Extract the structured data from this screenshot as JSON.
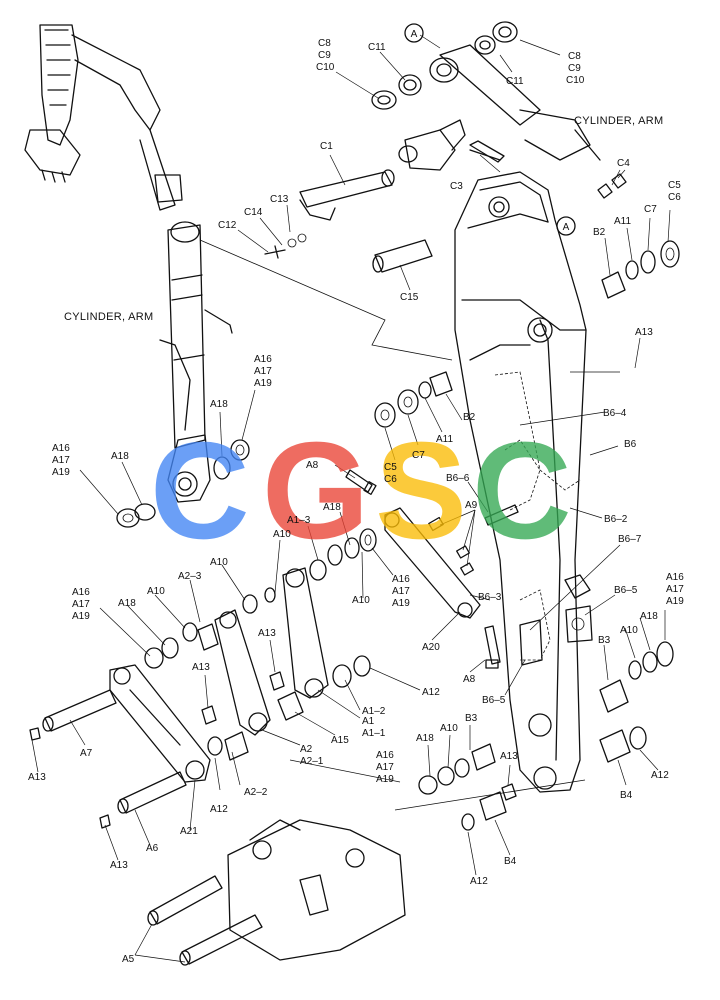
{
  "watermark": {
    "letters": [
      "C",
      "G",
      "S",
      "C"
    ],
    "colors": [
      "#4285F4",
      "#EA4335",
      "#FBBC05",
      "#34A853"
    ]
  },
  "callouts": {
    "cylinder_arm_top": "CYLINDER, ARM",
    "cylinder_arm_left": "CYLINDER, ARM",
    "circle_a_top": "A",
    "circle_a_mid": "A"
  },
  "labels": {
    "c8_tl": "C8",
    "c9_tl": "C9",
    "c10_tl": "C10",
    "c11_l": "C11",
    "c11_r": "C11",
    "c8_tr": "C8",
    "c9_tr": "C9",
    "c10_tr": "C10",
    "c1": "C1",
    "c13": "C13",
    "c14": "C14",
    "c12": "C12",
    "c3": "C3",
    "c4": "C4",
    "c5_r": "C5",
    "c6_r": "C6",
    "c7_r": "C7",
    "a11_r": "A11",
    "b2_r": "B2",
    "c15": "C15",
    "a13_r": "A13",
    "a16_m": "A16",
    "a17_m": "A17",
    "a19_m": "A19",
    "a18_m": "A18",
    "b2_m": "B2",
    "a11_m": "A11",
    "c7_m": "C7",
    "c5_m": "C5",
    "c6_m": "C6",
    "b6_4": "B6–4",
    "b6": "B6",
    "b6_6": "B6–6",
    "b6_2": "B6–2",
    "a16_l": "A16",
    "a17_l": "A17",
    "a19_l": "A19",
    "a18_l": "A18",
    "a8_t": "A8",
    "a9": "A9",
    "a18_c": "A18",
    "a1_3": "A1–3",
    "a10_c": "A10",
    "a16_c": "A16",
    "a17_c": "A17",
    "a19_c": "A19",
    "a10_c2": "A10",
    "b6_7": "B6–7",
    "b6_3": "B6–3",
    "b6_5_r": "B6–5",
    "a16_rr": "A16",
    "a17_rr": "A17",
    "a19_rr": "A19",
    "a10_t": "A10",
    "a2_3": "A2–3",
    "a16_ll": "A16",
    "a17_ll": "A17",
    "a19_ll": "A19",
    "a18_ll": "A18",
    "a10_ll": "A10",
    "a20": "A20",
    "a8_b": "A8",
    "b6_5_b": "B6–5",
    "b3_r": "B3",
    "a10_r": "A10",
    "a18_r": "A18",
    "a13_c": "A13",
    "a12_c": "A12",
    "a1_2": "A1–2",
    "a13_l": "A13",
    "a1": "A1",
    "a1_1": "A1–1",
    "a15": "A15",
    "a2": "A2",
    "a2_1": "A2–1",
    "a2_2": "A2–2",
    "a7": "A7",
    "a13_ll": "A13",
    "a16_b": "A16",
    "a17_b": "A17",
    "a19_b": "A19",
    "a18_b": "A18",
    "a10_b": "A10",
    "b3_b": "B3",
    "a13_b": "A13",
    "b4_r": "B4",
    "a12_r": "A12",
    "a12_bl": "A12",
    "a6": "A6",
    "a21": "A21",
    "a13_bl": "A13",
    "b4_b": "B4",
    "a12_b": "A12",
    "a5": "A5"
  }
}
